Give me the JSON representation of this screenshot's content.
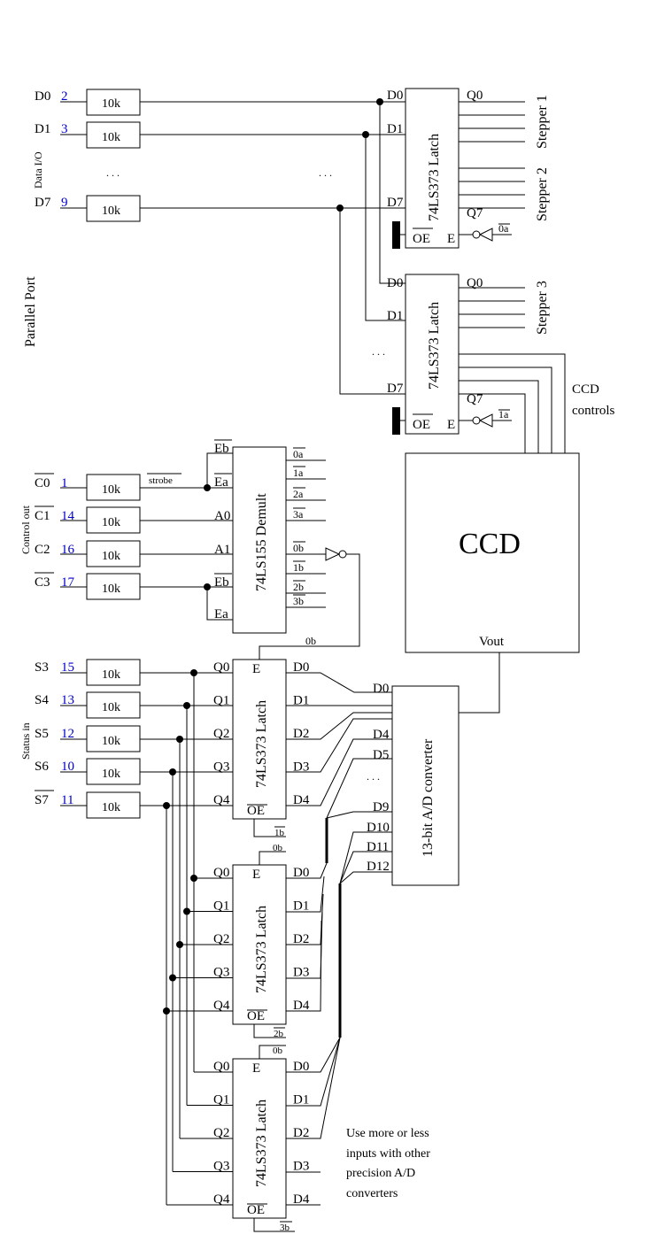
{
  "title": "Parallel Port",
  "groups": {
    "data_io": "Data I/O",
    "control_out": "Control out",
    "status_in": "Status in"
  },
  "resistor_value": "10k",
  "ellipsis": ". . .",
  "data_lines": [
    {
      "name": "D0",
      "pin": "2"
    },
    {
      "name": "D1",
      "pin": "3"
    },
    {
      "name": "D7",
      "pin": "9"
    }
  ],
  "control_lines": [
    {
      "name": "C0",
      "pin": "1",
      "inverted": true
    },
    {
      "name": "C1",
      "pin": "14",
      "inverted": true
    },
    {
      "name": "C2",
      "pin": "16",
      "inverted": false
    },
    {
      "name": "C3",
      "pin": "17",
      "inverted": true
    }
  ],
  "status_lines": [
    {
      "name": "S3",
      "pin": "15",
      "inverted": false
    },
    {
      "name": "S4",
      "pin": "13",
      "inverted": false
    },
    {
      "name": "S5",
      "pin": "12",
      "inverted": false
    },
    {
      "name": "S6",
      "pin": "10",
      "inverted": false
    },
    {
      "name": "S7",
      "pin": "11",
      "inverted": true
    }
  ],
  "strobe_label": "strobe",
  "latch_label": "74LS373 Latch",
  "demult_label": "74LS155 Demult",
  "adc_label": "13-bit A/D converter",
  "ccd": {
    "label": "CCD",
    "vout": "Vout",
    "controls_line1": "CCD",
    "controls_line2": "controls"
  },
  "steppers": [
    "Stepper 1",
    "Stepper 2",
    "Stepper 3"
  ],
  "pins": {
    "D0": "D0",
    "D1": "D1",
    "D2": "D2",
    "D3": "D3",
    "D4": "D4",
    "D5": "D5",
    "D7": "D7",
    "D9": "D9",
    "D10": "D10",
    "D11": "D11",
    "D12": "D12",
    "Q0": "Q0",
    "Q1": "Q1",
    "Q2": "Q2",
    "Q3": "Q3",
    "Q4": "Q4",
    "Q7": "Q7",
    "OE": "OE",
    "E": "E",
    "Ea": "Ea",
    "Eb": "Eb",
    "A0": "A0",
    "A1": "A1"
  },
  "demult_outputs": [
    "0a",
    "1a",
    "2a",
    "3a",
    "0b",
    "1b",
    "2b",
    "3b"
  ],
  "enable_signals": {
    "s0a": "0a",
    "s1a": "1a",
    "s0b": "0b",
    "s1b": "1b",
    "s2b": "2b",
    "s3b": "3b"
  },
  "note": [
    "Use more or less",
    "inputs with other",
    "precision A/D",
    "converters"
  ]
}
